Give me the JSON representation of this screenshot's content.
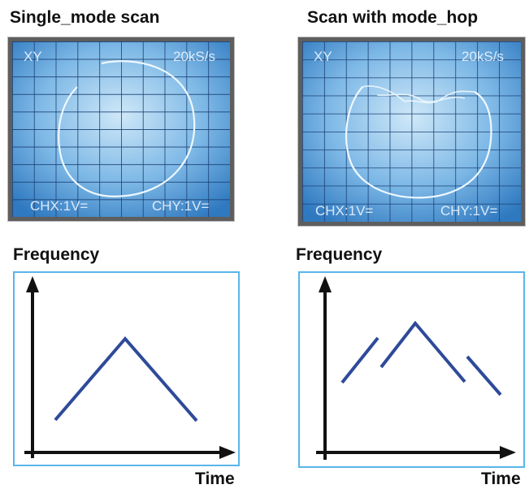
{
  "panels": [
    {
      "title": "Single_mode scan",
      "scope": {
        "mode": "XY",
        "rate": "20kS/s",
        "chx": "CHX:1V=",
        "chy": "CHY:1V="
      },
      "axis": {
        "y_label": "Frequency",
        "x_label": "Time"
      }
    },
    {
      "title": "Scan with mode_hop",
      "scope": {
        "mode": "XY",
        "rate": "20kS/s",
        "chx": "CHX:1V=",
        "chy": "CHY:1V="
      },
      "axis": {
        "y_label": "Frequency",
        "x_label": "Time"
      }
    }
  ],
  "colors": {
    "scope_bg_light": "#b9dcf2",
    "scope_bg_dark": "#2f79c0",
    "trace": "#e8f4ff",
    "plot_line": "#2e4a9a",
    "plot_border": "#58b6ea",
    "axis": "#111111"
  }
}
